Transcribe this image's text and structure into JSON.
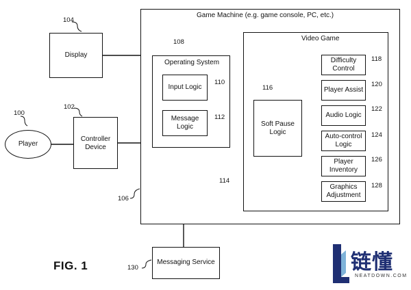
{
  "figure": {
    "label": "FIG. 1"
  },
  "nodes": {
    "player": {
      "label": "Player",
      "ref": "100"
    },
    "controller": {
      "label": "Controller Device",
      "ref": "102"
    },
    "display": {
      "label": "Display",
      "ref": "104"
    },
    "game_machine": {
      "label": "Game Machine (e.g. game console, PC, etc.)",
      "ref": "106"
    },
    "operating_system": {
      "label": "Operating System",
      "ref": "108"
    },
    "input_logic": {
      "label": "Input Logic",
      "ref": "110"
    },
    "message_logic": {
      "label": "Message Logic",
      "ref": "112"
    },
    "video_game": {
      "label": "Video Game",
      "ref": "114"
    },
    "soft_pause": {
      "label": "Soft Pause Logic",
      "ref": "116"
    },
    "difficulty": {
      "label": "Difficulty Control",
      "ref": "118"
    },
    "player_assist": {
      "label": "Player Assist",
      "ref": "120"
    },
    "audio_logic": {
      "label": "Audio Logic",
      "ref": "122"
    },
    "auto_control": {
      "label": "Auto-control Logic",
      "ref": "124"
    },
    "inventory": {
      "label": "Player Inventory",
      "ref": "126"
    },
    "graphics": {
      "label": "Graphics Adjustment",
      "ref": "128"
    },
    "messaging": {
      "label": "Messaging Service",
      "ref": "130"
    }
  },
  "watermark": {
    "text": "链懂",
    "subtext": "NEATDOWN.COM",
    "colors": {
      "dark": "#1f2f73",
      "light": "#7fb3d9"
    }
  }
}
